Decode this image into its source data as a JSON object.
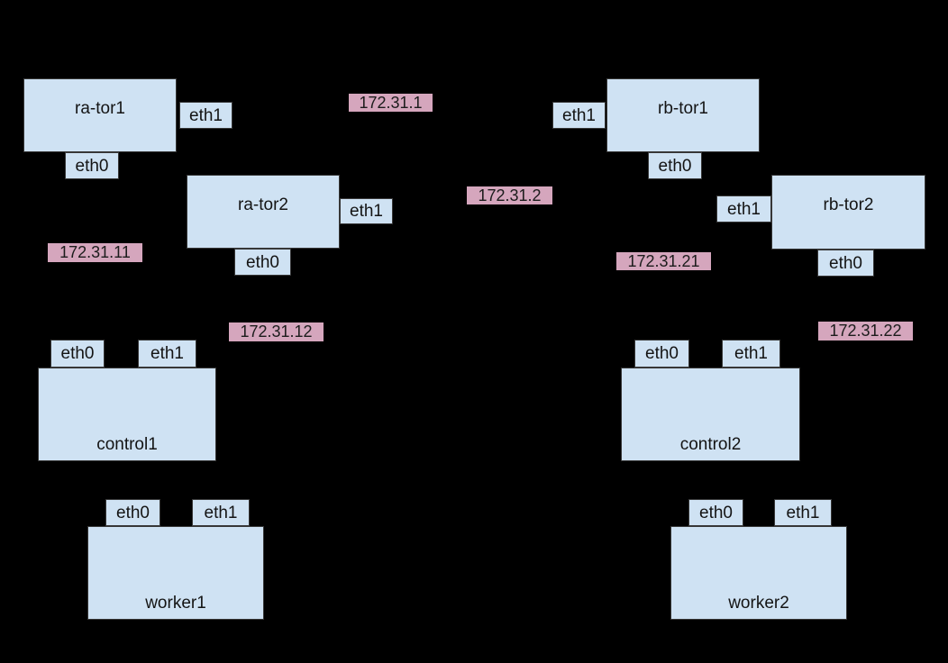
{
  "diagram": {
    "colors": {
      "background": "#000000",
      "node_fill": "#cfe2f3",
      "node_border": "#373737",
      "ip_label_fill": "#d5a6bd",
      "text": "#141414"
    },
    "nodes": {
      "ra_tor1": {
        "label": "ra-tor1",
        "ports": {
          "eth0": "eth0",
          "eth1": "eth1"
        }
      },
      "ra_tor2": {
        "label": "ra-tor2",
        "ports": {
          "eth0": "eth0",
          "eth1": "eth1"
        }
      },
      "rb_tor1": {
        "label": "rb-tor1",
        "ports": {
          "eth0": "eth0",
          "eth1": "eth1"
        }
      },
      "rb_tor2": {
        "label": "rb-tor2",
        "ports": {
          "eth0": "eth0",
          "eth1": "eth1"
        }
      },
      "control1": {
        "label": "control1",
        "ports": {
          "eth0": "eth0",
          "eth1": "eth1"
        }
      },
      "control2": {
        "label": "control2",
        "ports": {
          "eth0": "eth0",
          "eth1": "eth1"
        }
      },
      "worker1": {
        "label": "worker1",
        "ports": {
          "eth0": "eth0",
          "eth1": "eth1"
        }
      },
      "worker2": {
        "label": "worker2",
        "ports": {
          "eth0": "eth0",
          "eth1": "eth1"
        }
      }
    },
    "ip_labels": {
      "net_a_spine": "172.31.1",
      "net_b_spine": "172.31.2",
      "net_a_tor1": "172.31.11",
      "net_a_tor2": "172.31.12",
      "net_b_tor1": "172.31.21",
      "net_b_tor2": "172.31.22"
    }
  }
}
